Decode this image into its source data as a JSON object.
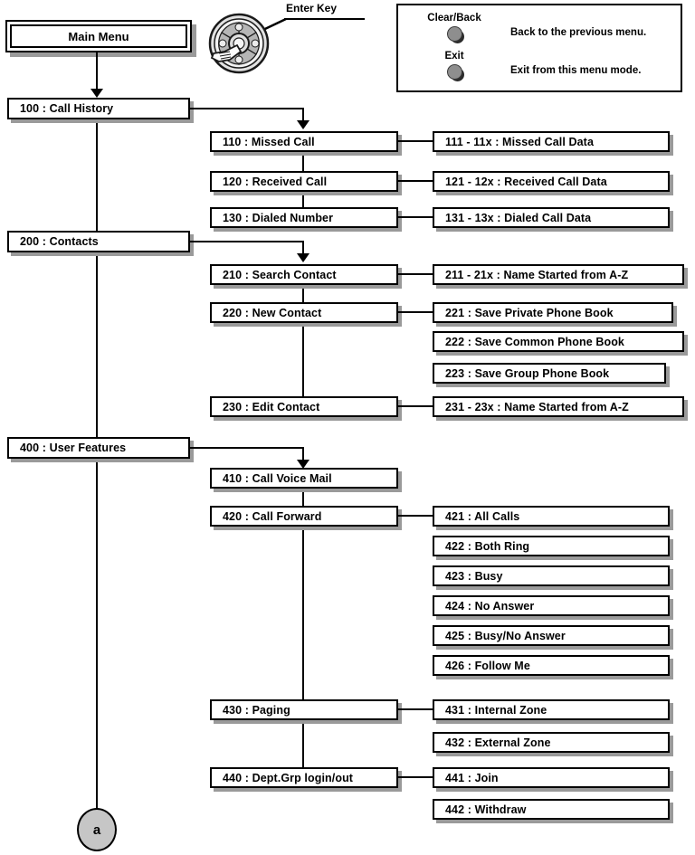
{
  "diagram": {
    "title": "Main Menu",
    "root": {
      "label": "Main Menu"
    },
    "enter_key": {
      "label": "Enter Key",
      "icon": "navigation-wheel-icon"
    },
    "bottom_connector": {
      "label": "a"
    }
  },
  "legend": {
    "rows": [
      {
        "key": "Clear/Back",
        "description": "Back to the previous menu.",
        "icon": "round-button-icon"
      },
      {
        "key": "Exit",
        "description": "Exit from this menu mode.",
        "icon": "round-button-icon"
      }
    ]
  },
  "nodes": {
    "l1_100": "100 : Call History",
    "l1_200": "200 : Contacts",
    "l1_400": "400 : User Features",
    "l2_110": "110 : Missed Call",
    "l2_120": "120 : Received Call",
    "l2_130": "130 : Dialed Number",
    "l2_210": "210 : Search Contact",
    "l2_220": "220 : New Contact",
    "l2_230": "230 : Edit Contact",
    "l2_410": "410 : Call Voice Mail",
    "l2_420": "420 : Call Forward",
    "l2_430": "430 : Paging",
    "l2_440": "440 : Dept.Grp login/out",
    "l3_111": "111 - 11x : Missed Call Data",
    "l3_121": "121 - 12x : Received Call Data",
    "l3_131": "131 - 13x : Dialed Call Data",
    "l3_211": "211 - 21x : Name Started from A-Z",
    "l3_221": "221 : Save Private Phone Book",
    "l3_222": "222 : Save Common Phone Book",
    "l3_223": "223 : Save Group Phone Book",
    "l3_231": "231 - 23x : Name Started from A-Z",
    "l3_421": "421 : All Calls",
    "l3_422": "422 : Both Ring",
    "l3_423": "423 : Busy",
    "l3_424": "424 : No Answer",
    "l3_425": "425 : Busy/No Answer",
    "l3_426": "426 : Follow Me",
    "l3_431": "431 : Internal Zone",
    "l3_432": "432 : External Zone",
    "l3_441": "441 : Join",
    "l3_442": "442 : Withdraw"
  },
  "colors": {
    "box_border": "#000000",
    "box_fill": "#ffffff",
    "shadow": "#9a9a9a",
    "connector_fill": "#c6c6c6",
    "button_fill": "#8e8e8e",
    "text": "#000000"
  }
}
